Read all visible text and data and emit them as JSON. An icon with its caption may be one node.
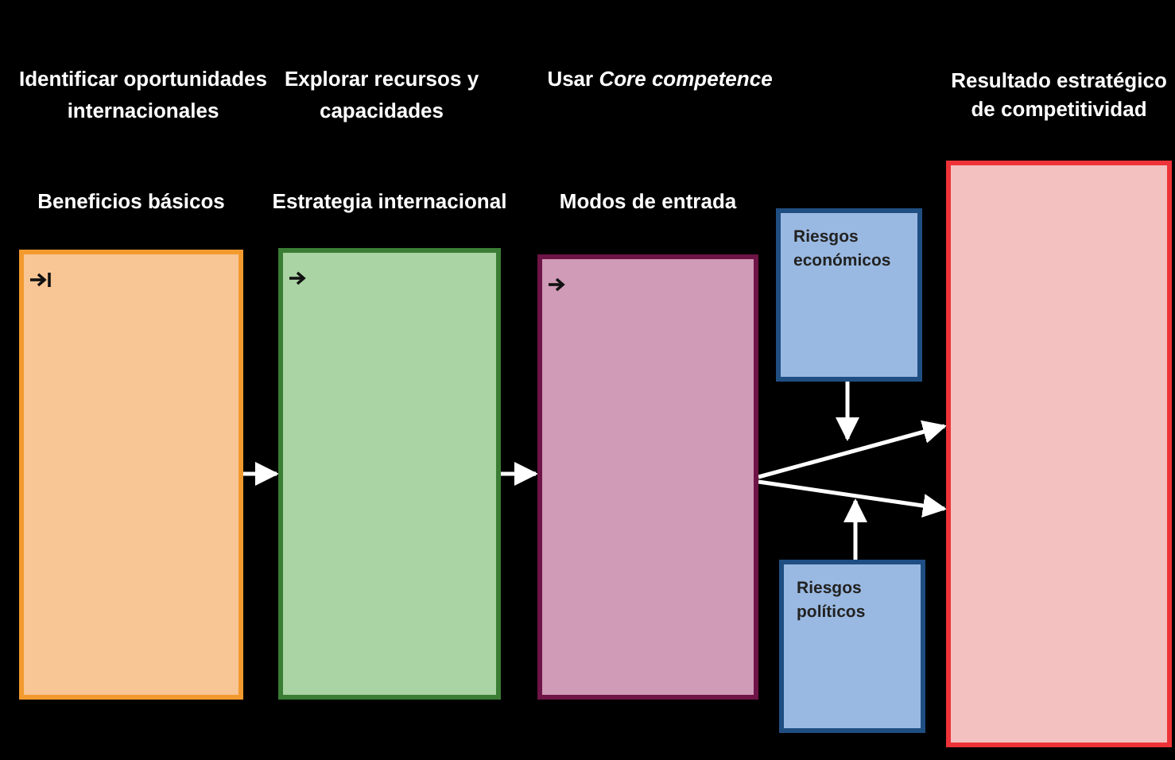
{
  "diagram": {
    "nodes": [
      {
        "text": [
          "Beneficios básicos"
        ]
      },
      {
        "text": [
          "Estrategia internacional"
        ]
      },
      {
        "text": [
          "Modos de entrada"
        ]
      },
      {
        "text": [
          "Riesgos económicos"
        ]
      },
      {
        "text": [
          "Riesgos políticos"
        ]
      },
      {
        "text": [
          "Resultado estratégico de competitividad"
        ]
      }
    ],
    "edges": [
      {
        "from": 0,
        "to": 1,
        "arrow": "to"
      },
      {
        "from": 1,
        "to": 2,
        "arrow": "to"
      },
      {
        "from": 2,
        "to": 5,
        "arrow": "to"
      },
      {
        "from": 2,
        "to": 5,
        "arrow": "to"
      },
      {
        "from": 3,
        "to": null,
        "arrow": "to"
      },
      {
        "from": 4,
        "to": null,
        "arrow": "to"
      }
    ],
    "labels": [
      "Identificar oportunidades internacionales",
      "Explorar recursos y capacidades",
      "Usar *Core competence*"
    ]
  }
}
